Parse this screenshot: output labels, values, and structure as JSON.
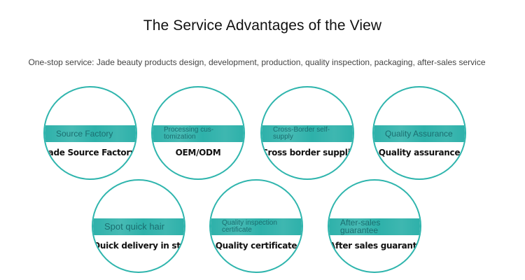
{
  "header": {
    "title": "The Service Advantages of the View",
    "subtitle": "One-stop service: Jade beauty products design, development, production, quality inspection, packaging, after-sales service"
  },
  "colors": {
    "teal_accent": "#2eb1aa",
    "band_text": "#1b6e70"
  },
  "services": [
    {
      "band": "Source Factory",
      "label": "Jade Source Factory"
    },
    {
      "band": "Processing customization",
      "band_line1": "Processing cus-",
      "band_line2": "tomization",
      "label": "OEM/ODM"
    },
    {
      "band": "Cross-Border self-supply",
      "band_line1": "Cross-Border self-",
      "band_line2": "supply",
      "label": "Cross border supplier"
    },
    {
      "band": "Quality Assurance",
      "label": "Quality assurance"
    },
    {
      "band": "Spot quick hair",
      "label": "Quick delivery in stock"
    },
    {
      "band": "Quality inspection certificate",
      "band_line1": "Quality inspection",
      "band_line2": "certificate",
      "label": "Quality certificate"
    },
    {
      "band": "After-sales guarantee",
      "band_line1": "After-sales",
      "band_line2": "guarantee",
      "label": "After sales guarantee"
    }
  ]
}
